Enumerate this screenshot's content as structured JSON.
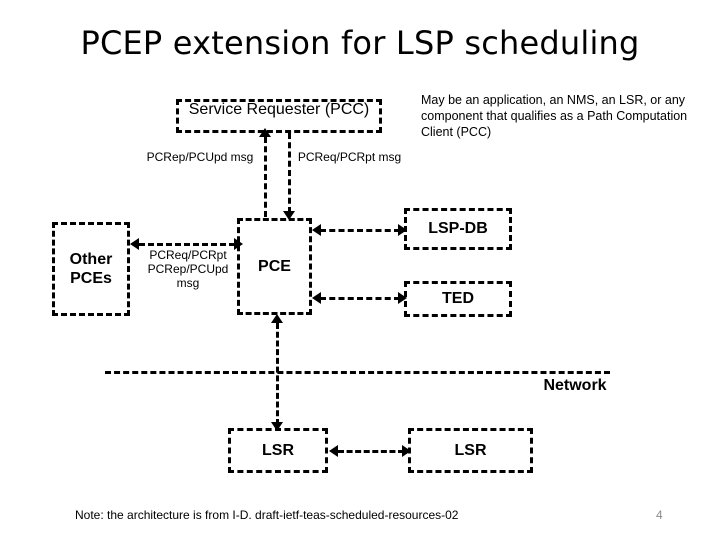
{
  "slide": {
    "title": "PCEP extension for LSP scheduling",
    "page_number": "4",
    "footer_note": "Note: the architecture is from I-D. draft-ietf-teas-scheduled-resources-02"
  },
  "diagram": {
    "boxes": {
      "service_requester": "Service Requester (PCC)",
      "other_pces": "Other PCEs",
      "pce": "PCE",
      "lsp_db": "LSP-DB",
      "ted": "TED",
      "lsr_left": "LSR",
      "lsr_right": "LSR"
    },
    "labels": {
      "pcc_note": "May be an application, an NMS, an LSR, or any component that qualifies as a Path Computation Client (PCC)",
      "msg_pcc_up": "PCRep/PCUpd msg",
      "msg_pcc_down": "PCReq/PCRpt msg",
      "msg_pce_peer": "PCReq/PCRpt PCRep/PCUpd msg",
      "network": "Network"
    }
  },
  "colors": {
    "stroke": "#000000",
    "background": "#ffffff",
    "page_number": "#8c8c8c"
  }
}
